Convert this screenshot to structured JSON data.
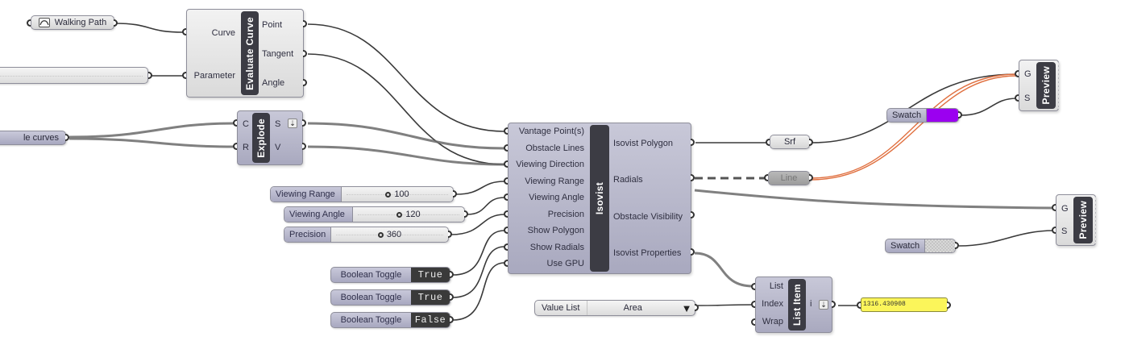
{
  "canvas": {
    "wire_color": "#3a3a3a",
    "highlight_wire_color": "#e07040"
  },
  "walking_path": {
    "label": "Walking Path",
    "icon": "curve-param-icon"
  },
  "parameter_slider": {
    "label": "",
    "value": ""
  },
  "evaluate_curve": {
    "title": "Evaluate Curve",
    "inputs": [
      "Curve",
      "Parameter"
    ],
    "outputs": [
      "Point",
      "Tangent",
      "Angle"
    ]
  },
  "obstacle_curves": {
    "label": "le curves"
  },
  "explode": {
    "title": "Explode",
    "inputs": [
      "C",
      "R"
    ],
    "outputs": [
      "S",
      "V"
    ],
    "flatten_icon": "down-arrow-icon"
  },
  "sliders": [
    {
      "name": "Viewing Range",
      "value": "100"
    },
    {
      "name": "Viewing Angle",
      "value": "120"
    },
    {
      "name": "Precision",
      "value": "360"
    }
  ],
  "toggles": [
    {
      "name": "Boolean Toggle",
      "value": "True"
    },
    {
      "name": "Boolean Toggle",
      "value": "True"
    },
    {
      "name": "Boolean Toggle",
      "value": "False"
    }
  ],
  "isovist": {
    "title": "Isovist",
    "inputs": [
      "Vantage Point(s)",
      "Obstacle Lines",
      "Viewing Direction",
      "Viewing Range",
      "Viewing Angle",
      "Precision",
      "Show Polygon",
      "Show Radials",
      "Use GPU"
    ],
    "outputs": [
      "Isovist Polygon",
      "Radials",
      "Obstacle Visibility",
      "Isovist Properties"
    ]
  },
  "srf": {
    "label": "Srf"
  },
  "line": {
    "label": "Line"
  },
  "swatch_top": {
    "label": "Swatch",
    "color": "#9b00f0"
  },
  "swatch_bottom": {
    "label": "Swatch",
    "color": "checker"
  },
  "preview_top": {
    "title": "Preview",
    "inputs": [
      "G",
      "S"
    ]
  },
  "preview_bottom": {
    "title": "Preview",
    "inputs": [
      "G",
      "S"
    ]
  },
  "value_list": {
    "name": "Value List",
    "selected": "Area"
  },
  "list_item": {
    "title": "List Item",
    "inputs": [
      "List",
      "Index",
      "Wrap"
    ],
    "outputs": [
      "i"
    ],
    "flatten_icon": "down-arrow-icon"
  },
  "panel": {
    "value": "1316.430908",
    "color": "#fbf55a"
  }
}
